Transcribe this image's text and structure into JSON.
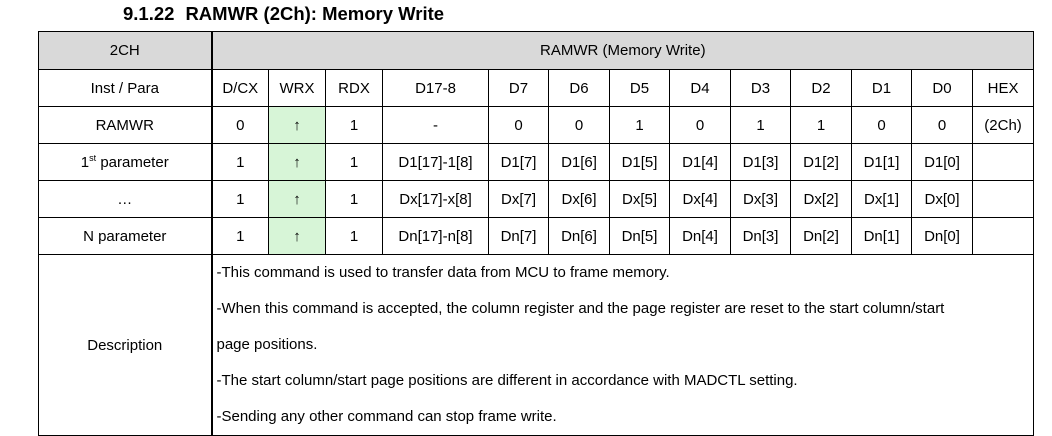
{
  "heading": {
    "number": "9.1.22",
    "title": "RAMWR (2Ch): Memory Write"
  },
  "table": {
    "header": {
      "code": "2CH",
      "name": "RAMWR (Memory Write)"
    },
    "columns": [
      "Inst / Para",
      "D/CX",
      "WRX",
      "RDX",
      "D17-8",
      "D7",
      "D6",
      "D5",
      "D4",
      "D3",
      "D2",
      "D1",
      "D0",
      "HEX"
    ],
    "rows": [
      {
        "label": "RAMWR",
        "cells": [
          "0",
          "↑",
          "1",
          "-",
          "0",
          "0",
          "1",
          "0",
          "1",
          "1",
          "0",
          "0",
          "(2Ch)"
        ]
      },
      {
        "label_main": "1",
        "label_sup": "st",
        "label_rest": " parameter",
        "cells": [
          "1",
          "↑",
          "1",
          "D1[17]-1[8]",
          "D1[7]",
          "D1[6]",
          "D1[5]",
          "D1[4]",
          "D1[3]",
          "D1[2]",
          "D1[1]",
          "D1[0]",
          ""
        ]
      },
      {
        "label": "…",
        "cells": [
          "1",
          "↑",
          "1",
          "Dx[17]-x[8]",
          "Dx[7]",
          "Dx[6]",
          "Dx[5]",
          "Dx[4]",
          "Dx[3]",
          "Dx[2]",
          "Dx[1]",
          "Dx[0]",
          ""
        ]
      },
      {
        "label": "N parameter",
        "cells": [
          "1",
          "↑",
          "1",
          "Dn[17]-n[8]",
          "Dn[7]",
          "Dn[6]",
          "Dn[5]",
          "Dn[4]",
          "Dn[3]",
          "Dn[2]",
          "Dn[1]",
          "Dn[0]",
          ""
        ]
      }
    ],
    "description": {
      "label": "Description",
      "lines": [
        "-This command is used to transfer data from MCU to frame memory.",
        "-When this command is accepted, the column register and the page register are reset to the start column/start",
        "page positions.",
        "-The start column/start page positions are different in accordance with MADCTL setting.",
        "-Sending any other command can stop frame write."
      ]
    },
    "colors": {
      "header_bg": "#d9d9d9",
      "wrx_highlight": "#d7f5d7"
    }
  }
}
